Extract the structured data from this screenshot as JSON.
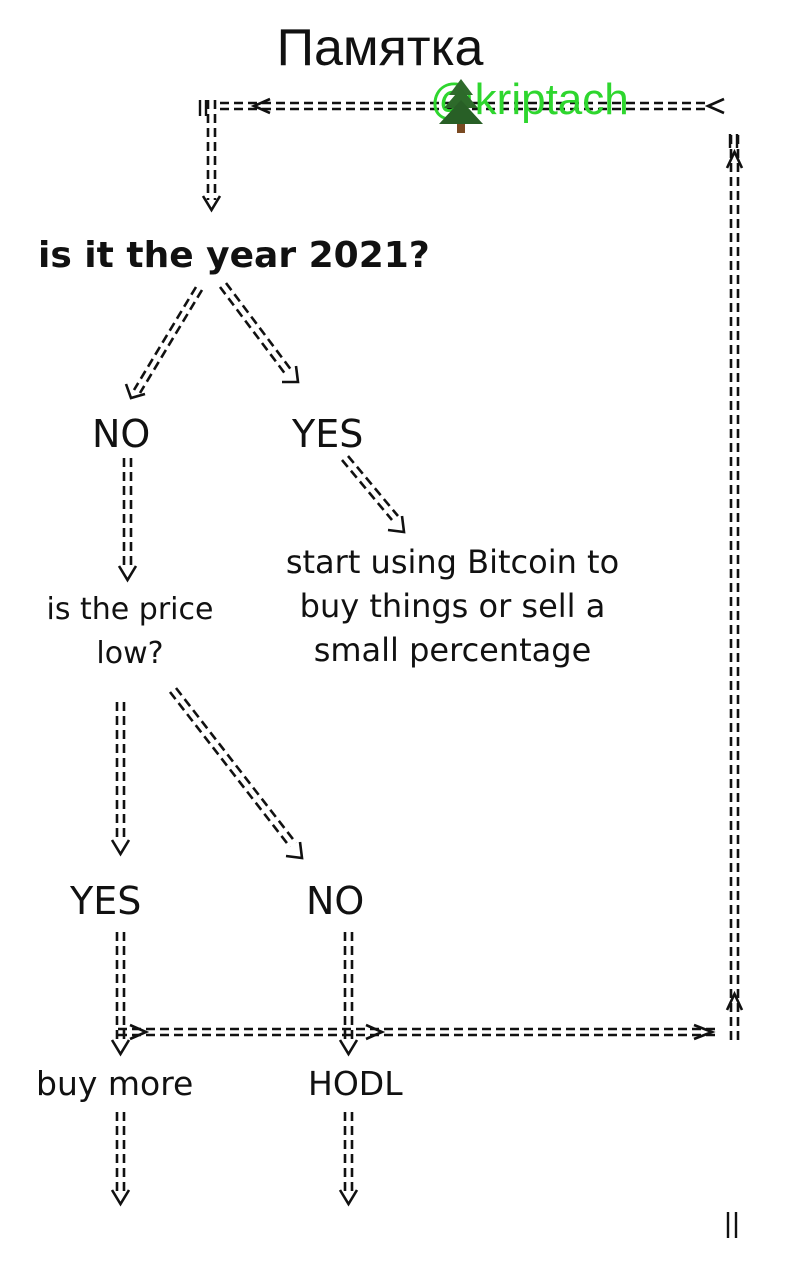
{
  "title": "Памятка",
  "watermark": {
    "handle": "@kriptach",
    "icon": "evergreen-tree-icon",
    "color": "#2ed62e"
  },
  "flow": {
    "question_1": "is it the year 2021?",
    "branch_no_1": "NO",
    "branch_yes_1": "YES",
    "yes_action": "start using Bitcoin to buy things or sell a small percentage",
    "question_2": "is the price low?",
    "branch_yes_2": "YES",
    "branch_no_2": "NO",
    "action_buy": "buy more",
    "action_hodl": "HODL"
  }
}
